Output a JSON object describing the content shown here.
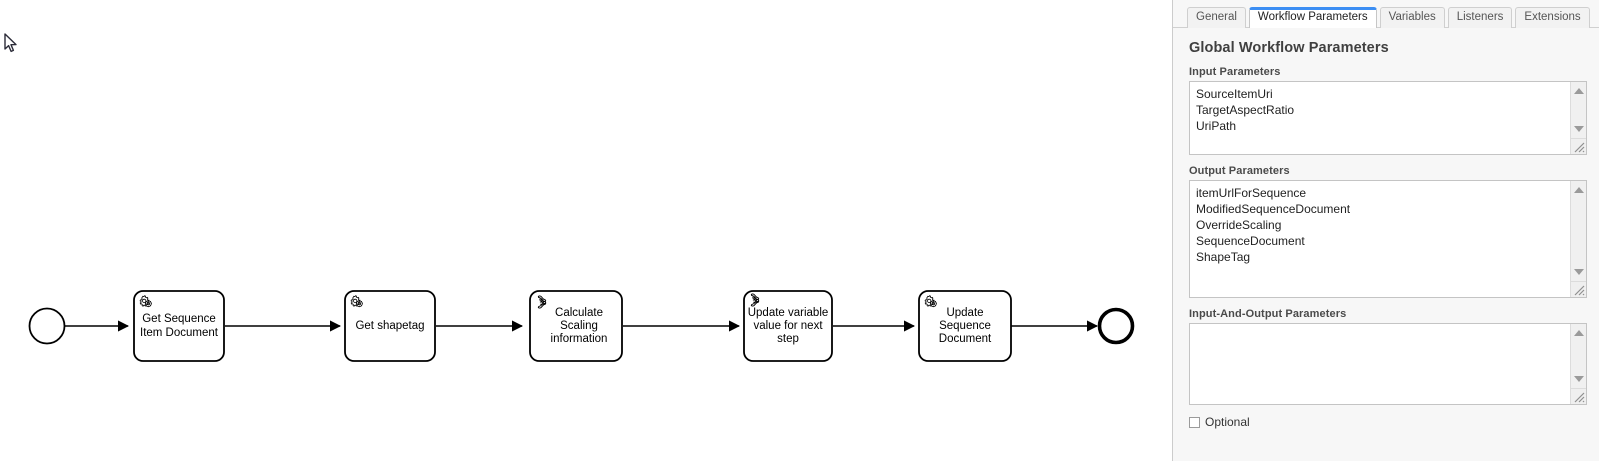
{
  "canvas": {
    "name": "bpmn-workflow-canvas",
    "start_event": {
      "label": "",
      "type": "start-event"
    },
    "end_event": {
      "label": "",
      "type": "end-event"
    },
    "tasks": [
      {
        "id": "get-sequence-item-document",
        "lines": [
          "Get Sequence",
          "Item Document"
        ],
        "icon": "service-task-gear-icon",
        "type": "service-task"
      },
      {
        "id": "get-shapetag",
        "lines": [
          "Get shapetag"
        ],
        "icon": "service-task-gear-icon",
        "type": "service-task"
      },
      {
        "id": "calculate-scaling-information",
        "lines": [
          "Calculate",
          "Scaling",
          "information"
        ],
        "icon": "script-task-scroll-icon",
        "type": "script-task"
      },
      {
        "id": "update-variable-value-for-next-step",
        "lines": [
          "Update variable",
          "value for next",
          "step"
        ],
        "icon": "script-task-scroll-icon",
        "type": "script-task"
      },
      {
        "id": "update-sequence-document",
        "lines": [
          "Update",
          "Sequence",
          "Document"
        ],
        "icon": "service-task-gear-icon",
        "type": "service-task"
      }
    ]
  },
  "panel": {
    "tabs": [
      {
        "label": "General",
        "active": false
      },
      {
        "label": "Workflow Parameters",
        "active": true
      },
      {
        "label": "Variables",
        "active": false
      },
      {
        "label": "Listeners",
        "active": false
      },
      {
        "label": "Extensions",
        "active": false
      }
    ],
    "heading": "Global Workflow Parameters",
    "sections": [
      {
        "label": "Input Parameters",
        "items": [
          "SourceItemUri",
          "TargetAspectRatio",
          "UriPath"
        ]
      },
      {
        "label": "Output Parameters",
        "items": [
          "itemUrlForSequence",
          "ModifiedSequenceDocument",
          "OverrideScaling",
          "SequenceDocument",
          "ShapeTag"
        ]
      },
      {
        "label": "Input-And-Output Parameters",
        "items": []
      }
    ],
    "optional": {
      "label": "Optional",
      "checked": false
    }
  },
  "colors": {
    "accent": "#3c8ef3",
    "panel_bg": "#f7f7f7",
    "canvas_bg": "#ffffff",
    "stroke": "#000000",
    "label_text": "#000000"
  }
}
